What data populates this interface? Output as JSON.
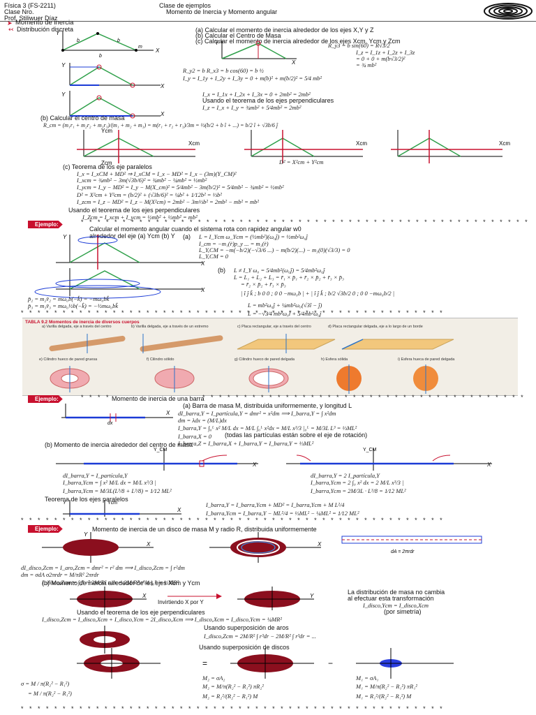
{
  "header": {
    "course": "Física 3 (FS-2211)",
    "group": "Clase Nro.",
    "prof": "Prof. Stiliwuer Díaz",
    "type": "Clase de ejemplos",
    "topic": "Momento de Inercia y Momento angular"
  },
  "section1": {
    "title": "Momento de inercia",
    "sub": "Distribución discreta",
    "qa": "(a) Calcular el momento de inercia alrededor de los ejes X,Y y Z",
    "qb": "(b) Calcular el Centro de Masa",
    "qc": "(c) Calcular el momento de inercia alrededor de los ejes Xcm, Ycm y Zcm",
    "perp1": "Usando el teorema de los ejes perpendiculares",
    "b_title": "(b) Calcular el centro de masa",
    "c_title": "(c) Teorema de los eje paralelos",
    "perp2": "Usando el teorema de los ejes perpendiculares"
  },
  "example1": {
    "tag": "Ejemplo:",
    "text": "Calcular el momento angular cuando el sistema rota con rapidez angular w0 alrededor del eje (a) Ycm (b) Y",
    "a": "(a)",
    "b": "(b)"
  },
  "table": {
    "title": "TABLA 9.2  Momentos de inercia de diversos cuerpos",
    "items": [
      "a) Varilla delgada, eje a través del centro",
      "b) Varilla delgada, eje a través de un extremo",
      "c) Placa rectangular, eje a través del centro",
      "d) Placa rectangular delgada, eje a lo largo de un borde",
      "e) Cilindro hueco de pared gruesa",
      "f) Cilindro sólido",
      "g) Cilindro hueco de pared delgada",
      "h) Esfera sólida",
      "i) Esfera hueca de pared delgada"
    ]
  },
  "example2": {
    "tag": "Ejemplo:",
    "title": "Momento de inercia de una barra",
    "a": "(a) Barra de masa M, distribuida uniformemente, y longitud L",
    "note": "(todas las partículas están sobre el eje de rotación)",
    "b": "(b) Momento de inercia alrededor del centro de masa",
    "parallel": "Teorema de los ejes paralelos"
  },
  "example3": {
    "tag": "Ejemplo:",
    "title": "Momento de inercia de un disco de masa M y radio R, distribuida uniformemente",
    "b": "(b) Momento de inercia alrededor de los ejes Xcm y Ycm",
    "swap": "Invirtiendo X por Y",
    "sym1": "La distribución de masa no cambia",
    "sym2": "al efectuar esta transformación",
    "sym3": "(por simetría)",
    "perp": "Usando el teorema de los eje perpendiculares",
    "rings": "Usando superposición de aros",
    "discs": "Usando superposición de discos"
  },
  "colors": {
    "accent": "#c8102e",
    "green": "#2fa04a",
    "blue": "#1b3bd6",
    "disc": "#8b0f1e"
  }
}
